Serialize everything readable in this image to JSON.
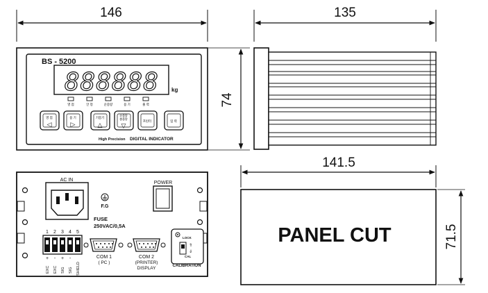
{
  "dimensions": {
    "front_width": "146",
    "side_length": "135",
    "height": "74",
    "panel_cut_width": "141.5",
    "panel_cut_height": "71.5"
  },
  "front_panel": {
    "model": "BS - 5200",
    "unit": "kg",
    "display_digits": "888888",
    "indicators": [
      "영 점",
      "안 정",
      "순중량",
      "용 기",
      "출 력"
    ],
    "buttons": [
      "영 점",
      "용 기",
      "기중기",
      "순중량\n총중량",
      "프린터",
      "입 력"
    ],
    "brand_small": "High Precision",
    "brand_large": "DIGITAL INDICATOR"
  },
  "rear_panel": {
    "ac_in": "AC  IN",
    "fg": "F.G",
    "power": "POWER",
    "fuse": "FUSE",
    "fuse_rating": "250VAC/0,5A",
    "terminal_numbers": [
      "1",
      "2",
      "3",
      "4",
      "5"
    ],
    "terminal_signs": [
      "+",
      "-",
      "+",
      "-",
      ""
    ],
    "terminal_labels": [
      "EXC",
      "EXC",
      "SIG",
      "SIG",
      "SHIELD"
    ],
    "com1": "COM  1",
    "com1_sub": "( PC )",
    "com2": "COM  2",
    "com2_sub1": "(PRINTER)",
    "com2_sub2": "DISPLAY",
    "lock": "LOCK",
    "cal": "CAL",
    "calibration": "CALIBRATION"
  },
  "panel_cut_label": "PANEL CUT"
}
